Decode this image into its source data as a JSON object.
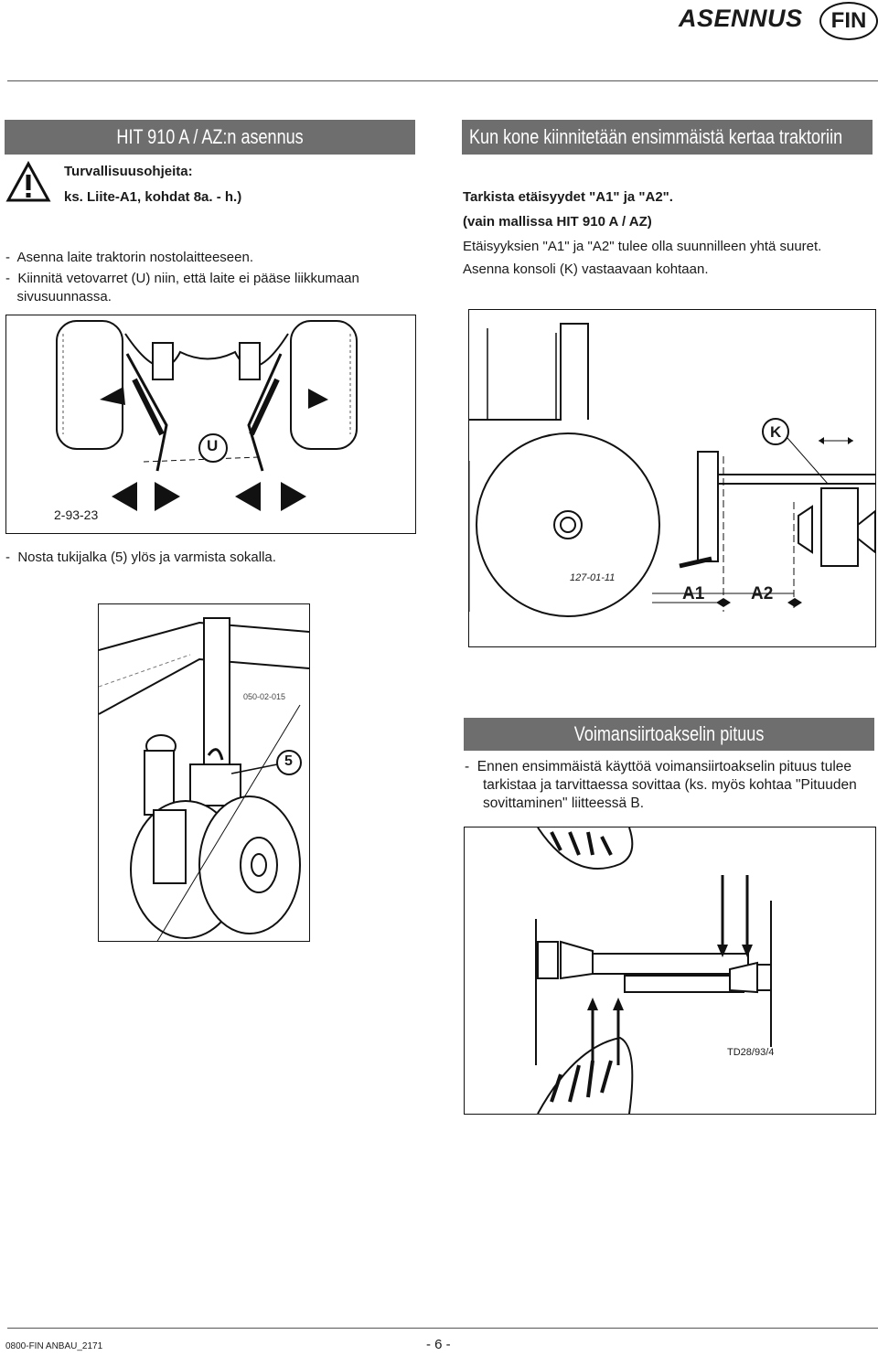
{
  "header": {
    "section": "ASENNUS",
    "lang": "FIN"
  },
  "left": {
    "title": "HIT 910 A / AZ:n asennus",
    "safety_label": "Turvallisuusohjeita:",
    "safety_ref": "ks. Liite-A1, kohdat 8a. - h.)",
    "steps": [
      "-  Asenna laite traktorin nostolaitteeseen.",
      "-  Kiinnitä vetovarret (U) niin, että laite ei pääse liikkumaan",
      "   sivusuunnassa."
    ],
    "fig1_code": "2-93-23",
    "fig1_label_u": "U",
    "step_jack": "-  Nosta tukijalka (5) ylös ja varmista sokalla.",
    "fig2_code": "050-02-015",
    "fig2_label": "5"
  },
  "right": {
    "title": "Kun kone kiinnitetään ensimmäistä kertaa traktoriin",
    "check": "Tarkista etäisyydet \"A1\" ja \"A2\".",
    "model_note": "(vain mallissa HIT 910 A / AZ)",
    "line1": "Etäisyyksien \"A1\" ja \"A2\" tulee olla suunnilleen yhtä suuret.",
    "line2": "Asenna konsoli (K) vastaavaan kohtaan.",
    "fig3_code": "127-01-11",
    "fig3_k": "K",
    "fig3_a1": "A1",
    "fig3_a2": "A2",
    "pto_title": "Voimansiirtoakselin pituus",
    "pto_line1": "-  Ennen ensimmäistä käyttöä voimansiirtoakselin pituus tulee",
    "pto_line2": "tarkistaa ja tarvittaessa sovittaa (ks. myös kohtaa \"Pituuden",
    "pto_line3": "sovittaminen\" liitteessä B.",
    "fig4_code": "TD28/93/4"
  },
  "footer": {
    "doc_code": "0800-FIN ANBAU_2171",
    "page": "- 6 -"
  }
}
